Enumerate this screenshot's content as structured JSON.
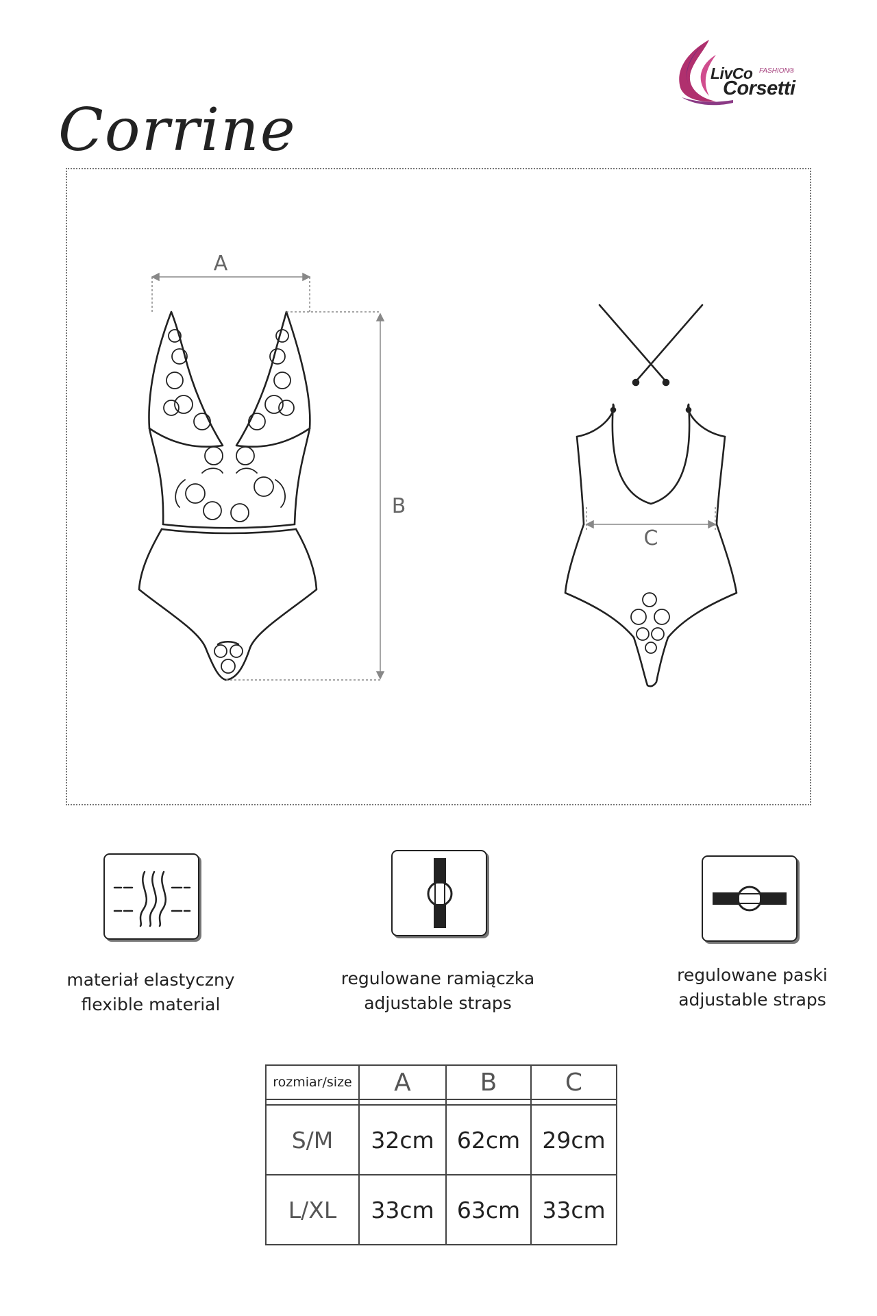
{
  "brand": {
    "name_line1": "LivCo",
    "name_small": "FASHION®",
    "name_line2": "Corsetti"
  },
  "product": {
    "title": "Corrine"
  },
  "diagram": {
    "label_a": "A",
    "label_b": "B",
    "label_c": "C"
  },
  "features": [
    {
      "icon": "stretch-waves-icon",
      "label_pl": "materiał elastyczny",
      "label_en": "flexible material"
    },
    {
      "icon": "vertical-strap-buckle-icon",
      "label_pl": "regulowane ramiączka",
      "label_en": "adjustable straps"
    },
    {
      "icon": "horizontal-strap-buckle-icon",
      "label_pl": "regulowane paski",
      "label_en": "adjustable straps"
    }
  ],
  "size_table": {
    "header": [
      "rozmiar/size",
      "A",
      "B",
      "C"
    ],
    "rows": [
      [
        "S/M",
        "32cm",
        "62cm",
        "29cm"
      ],
      [
        "L/XL",
        "33cm",
        "63cm",
        "33cm"
      ]
    ]
  },
  "colors": {
    "brand_magenta": "#b0306e",
    "brand_purple": "#7a2a7a",
    "line": "#222222"
  }
}
